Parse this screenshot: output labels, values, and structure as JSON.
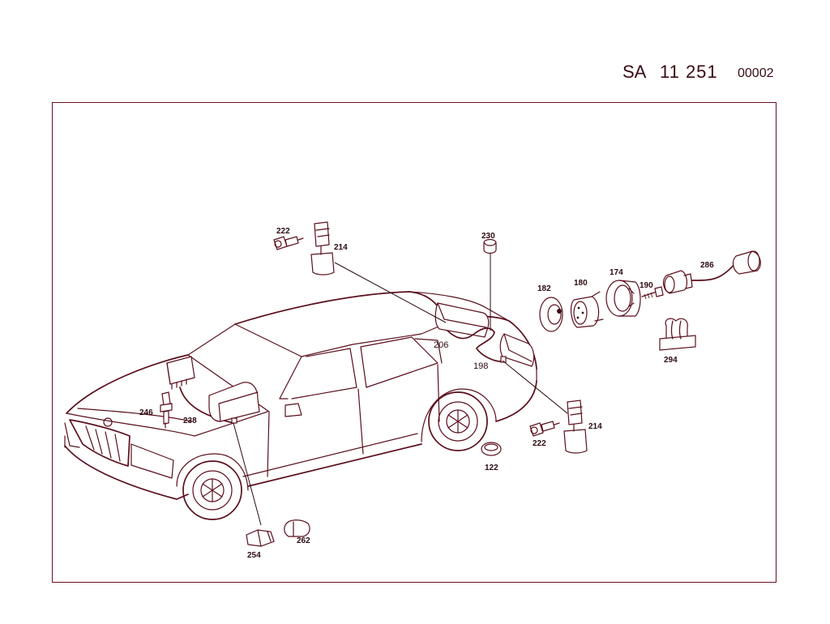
{
  "header": {
    "sa": "SA",
    "number": "11 251",
    "code": "00002"
  },
  "parts": [
    {
      "id": "p222a",
      "label": "222"
    },
    {
      "id": "p214a",
      "label": "214"
    },
    {
      "id": "p230",
      "label": "230"
    },
    {
      "id": "p182",
      "label": "182"
    },
    {
      "id": "p180",
      "label": "180"
    },
    {
      "id": "p174",
      "label": "174"
    },
    {
      "id": "p190",
      "label": "190"
    },
    {
      "id": "p286",
      "label": "286"
    },
    {
      "id": "p294",
      "label": "294"
    },
    {
      "id": "p206",
      "label": "206"
    },
    {
      "id": "p198",
      "label": "198"
    },
    {
      "id": "p246",
      "label": "246"
    },
    {
      "id": "p238",
      "label": "238"
    },
    {
      "id": "p214b",
      "label": "214"
    },
    {
      "id": "p222b",
      "label": "222"
    },
    {
      "id": "p122",
      "label": "122"
    },
    {
      "id": "p254",
      "label": "254"
    },
    {
      "id": "p262",
      "label": "262"
    }
  ]
}
